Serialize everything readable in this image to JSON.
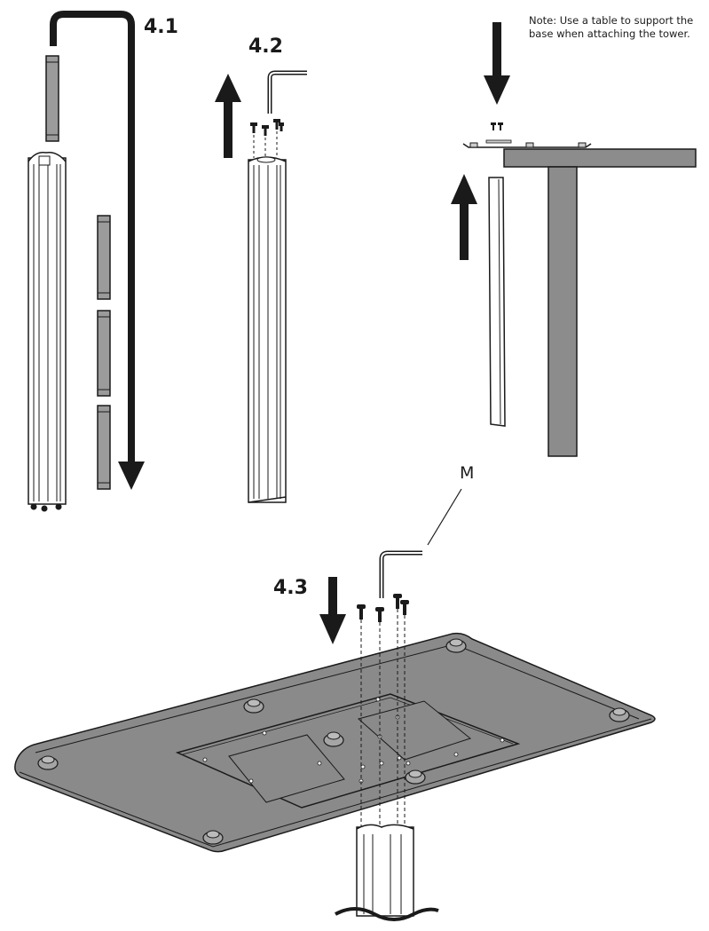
{
  "steps": {
    "s41": "4.1",
    "s42": "4.2",
    "s43": "4.3"
  },
  "note": "Note: Use a table to support the base when attaching the tower.",
  "callout_m": "M",
  "colors": {
    "outline": "#1a1a1a",
    "panel_fill": "#8a8a8a",
    "strip_fill": "#9b9b9b",
    "table_fill": "#8c8c8c",
    "column_fill": "#ffffff"
  },
  "icons": [
    "down-arrow-icon",
    "up-arrow-icon",
    "allen-key-icon",
    "screw-icon"
  ]
}
